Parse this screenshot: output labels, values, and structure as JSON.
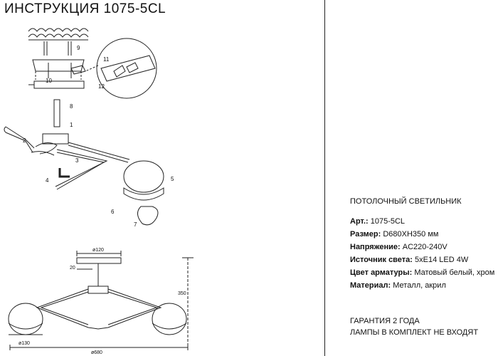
{
  "header": {
    "title": "ИНСТРУКЦИЯ 1075-5CL"
  },
  "assembly": {
    "step_numbers": [
      "9",
      "10",
      "11",
      "12",
      "8",
      "1",
      "2",
      "3",
      "4",
      "5",
      "6",
      "7"
    ]
  },
  "dimensions": {
    "canopy_diameter": "ø120",
    "canopy_height": "20",
    "height": "350",
    "shade_diameter": "ø130",
    "width": "ø680"
  },
  "specs": {
    "heading": "ПОТОЛОЧНЫЙ СВЕТИЛЬНИК",
    "rows": [
      {
        "label": "Арт.:",
        "value": "1075-5CL"
      },
      {
        "label": "Размер:",
        "value": "D680XH350 мм"
      },
      {
        "label": "Напряжение:",
        "value": "AC220-240V"
      },
      {
        "label": "Источник света:",
        "value": "5xE14 LED 4W"
      },
      {
        "label": "Цвет арматуры:",
        "value": "Матовый белый, хром"
      },
      {
        "label": "Материал:",
        "value": "Металл, акрил"
      }
    ]
  },
  "footer": {
    "warranty": "ГАРАНТИЯ 2 ГОДА",
    "bulbs_note": "ЛАМПЫ В КОМПЛЕКТ НЕ ВХОДЯТ"
  }
}
